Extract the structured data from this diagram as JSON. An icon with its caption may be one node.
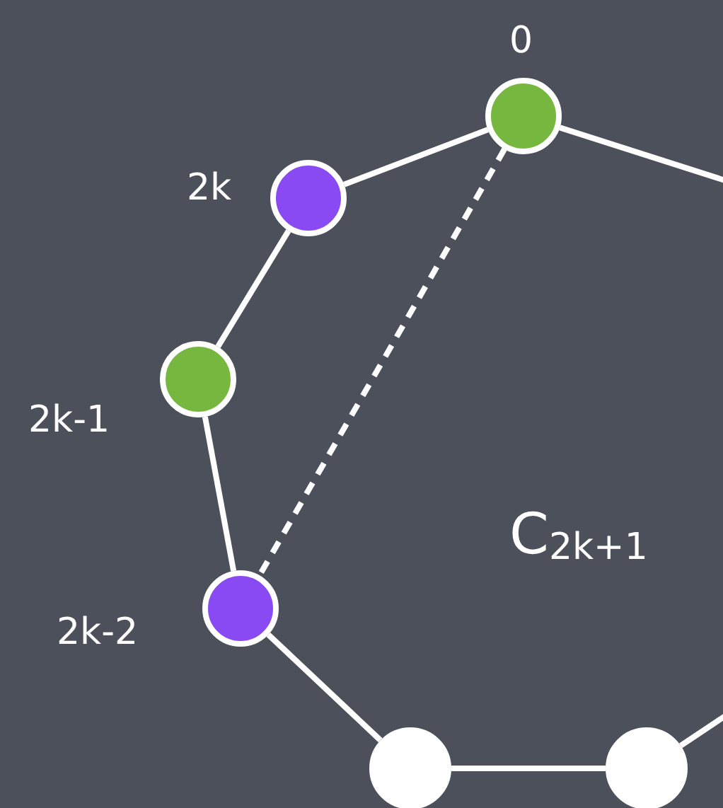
{
  "diagram": {
    "nodes": [
      {
        "text": [],
        "shape": "circle",
        "beside": [
          "0"
        ]
      },
      {
        "text": [],
        "shape": "circle",
        "beside": [
          "2k"
        ]
      },
      {
        "text": [],
        "shape": "circle",
        "beside": [
          "2k-1"
        ]
      },
      {
        "text": [],
        "shape": "circle",
        "beside": [
          "2k-2"
        ]
      },
      {
        "text": [],
        "shape": "circle"
      },
      {
        "text": [],
        "shape": "circle"
      }
    ],
    "edges": [
      {
        "from": 0,
        "to": 1,
        "arrow": "none"
      },
      {
        "from": 1,
        "to": 2,
        "arrow": "none"
      },
      {
        "from": 2,
        "to": 3,
        "arrow": "none"
      },
      {
        "from": 3,
        "to": 4,
        "arrow": "none"
      },
      {
        "from": 4,
        "to": 5,
        "arrow": "none"
      },
      {
        "from": 5,
        "to": null,
        "arrow": "none"
      },
      {
        "from": 0,
        "to": null,
        "arrow": "none"
      },
      {
        "from": 0,
        "to": 3,
        "arrow": "none",
        "style": "dashed"
      }
    ],
    "labels": [
      "C$_{2k+1}$"
    ]
  }
}
